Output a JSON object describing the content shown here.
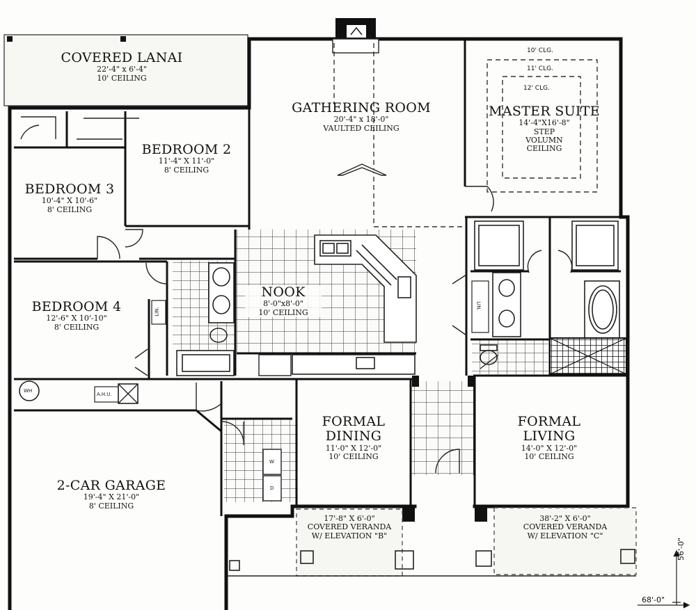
{
  "rooms": {
    "covered_lanai": {
      "name": "COVERED LANAI",
      "size": "22'-4\" x 6'-4\"",
      "ceiling": "10' CEILING"
    },
    "gathering_room": {
      "name": "GATHERING ROOM",
      "size": "20'-4\" x 18'-0\"",
      "ceiling": "VAULTED CEILING"
    },
    "master_suite": {
      "name": "MASTER SUITE",
      "size": "14'-4\"X16'-8\"",
      "ceiling_lines": [
        "STEP",
        "VOLUMN",
        "CEILING"
      ]
    },
    "bedroom_2": {
      "name": "BEDROOM 2",
      "size": "11'-4\" X 11'-0\"",
      "ceiling": "8' CEILING"
    },
    "bedroom_3": {
      "name": "BEDROOM 3",
      "size": "10'-4\" X 10'-6\"",
      "ceiling": "8' CEILING"
    },
    "bedroom_4": {
      "name": "BEDROOM 4",
      "size": "12'-6\" X 10'-10\"",
      "ceiling": "8' CEILING"
    },
    "nook": {
      "name": "NOOK",
      "size": "8'-0\"x8'-0\"",
      "ceiling": "10' CEILING"
    },
    "formal_dining": {
      "name_line1": "FORMAL",
      "name_line2": "DINING",
      "size": "11'-0\" X 12'-0\"",
      "ceiling": "10' CEILING"
    },
    "formal_living": {
      "name_line1": "FORMAL",
      "name_line2": "LIVING",
      "size": "14'-0\" X 12'-0\"",
      "ceiling": "10' CEILING"
    },
    "garage": {
      "name": "2-CAR GARAGE",
      "size": "19'-4\" X 21'-0\"",
      "ceiling": "8' CEILING"
    },
    "veranda_b": {
      "size": "17'-8\" X 6'-0\"",
      "line1": "COVERED VERANDA",
      "line2": "W/ ELEVATION \"B\""
    },
    "veranda_c": {
      "size": "38'-2\" X 6'-0\"",
      "line1": "COVERED VERANDA",
      "line2": "W/ ELEVATION \"C\""
    }
  },
  "master_ceiling_steps": [
    "10' CLG.",
    "11' CLG.",
    "12' CLG."
  ],
  "fixtures": {
    "ahu": "A.H.U.",
    "wh": "WH",
    "washer": "W",
    "dryer": "D",
    "linen": "LIN."
  },
  "dimensions": {
    "depth": "56'-0\"",
    "width": "68'-0\""
  }
}
